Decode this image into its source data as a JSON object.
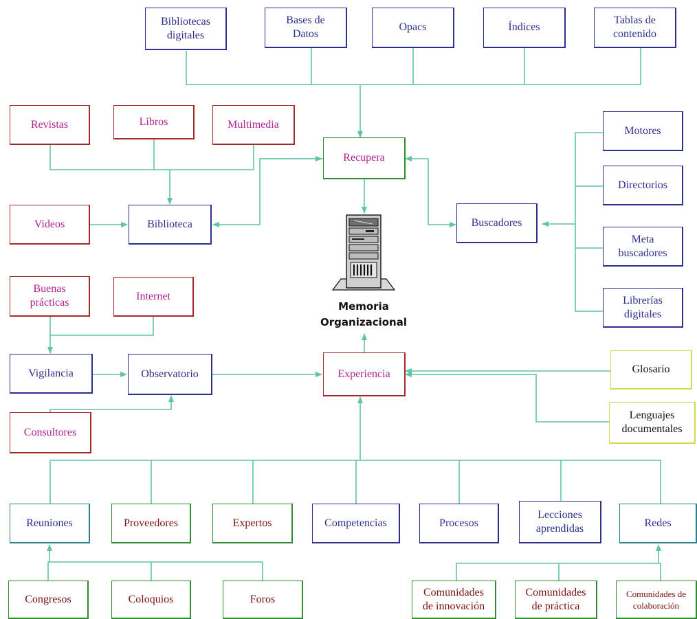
{
  "center": {
    "line1": "Memoria",
    "line2": "Organizacional",
    "icon": "server-icon"
  },
  "colors": {
    "connector": "#5ec4a8",
    "navy": "#2e2e8c",
    "red": "#a52a2a",
    "green": "#2e8b2e",
    "teal": "#2e7f8c",
    "yellow": "#d8d84a"
  },
  "nodes": {
    "bibliotecas_digitales": "Bibliotecas\ndigitales",
    "bases_de_datos": "Bases de\nDatos",
    "opacs": "Opacs",
    "indices": "Índices",
    "tablas_de_contenido": "Tablas de\ncontenido",
    "revistas": "Revistas",
    "libros": "Libros",
    "multimedia": "Multimedia",
    "recupera": "Recupera",
    "motores": "Motores",
    "directorios": "Directorios",
    "videos": "Videos",
    "biblioteca": "Biblioteca",
    "buscadores": "Buscadores",
    "meta_buscadores": "Meta\nbuscadores",
    "buenas_practicas": "Buenas\nprácticas",
    "internet": "Internet",
    "librerias_digitales": "Librerías\ndigitales",
    "vigilancia": "Vigilancia",
    "observatorio": "Observatorio",
    "experiencia": "Experiencia",
    "glosario": "Glosario",
    "consultores": "Consultores",
    "lenguajes_documentales": "Lenguajes\ndocumentales",
    "reuniones": "Reuniones",
    "proveedores": "Proveedores",
    "expertos": "Expertos",
    "competencias": "Competencias",
    "procesos": "Procesos",
    "lecciones_aprendidas": "Lecciones\naprendidas",
    "redes": "Redes",
    "congresos": "Congresos",
    "coloquios": "Coloquios",
    "foros": "Foros",
    "comunidades_innovacion": "Comunidades\nde innovación",
    "comunidades_practica": "Comunidades\nde práctica",
    "comunidades_colaboracion": "Comunidades de\ncolaboración"
  }
}
